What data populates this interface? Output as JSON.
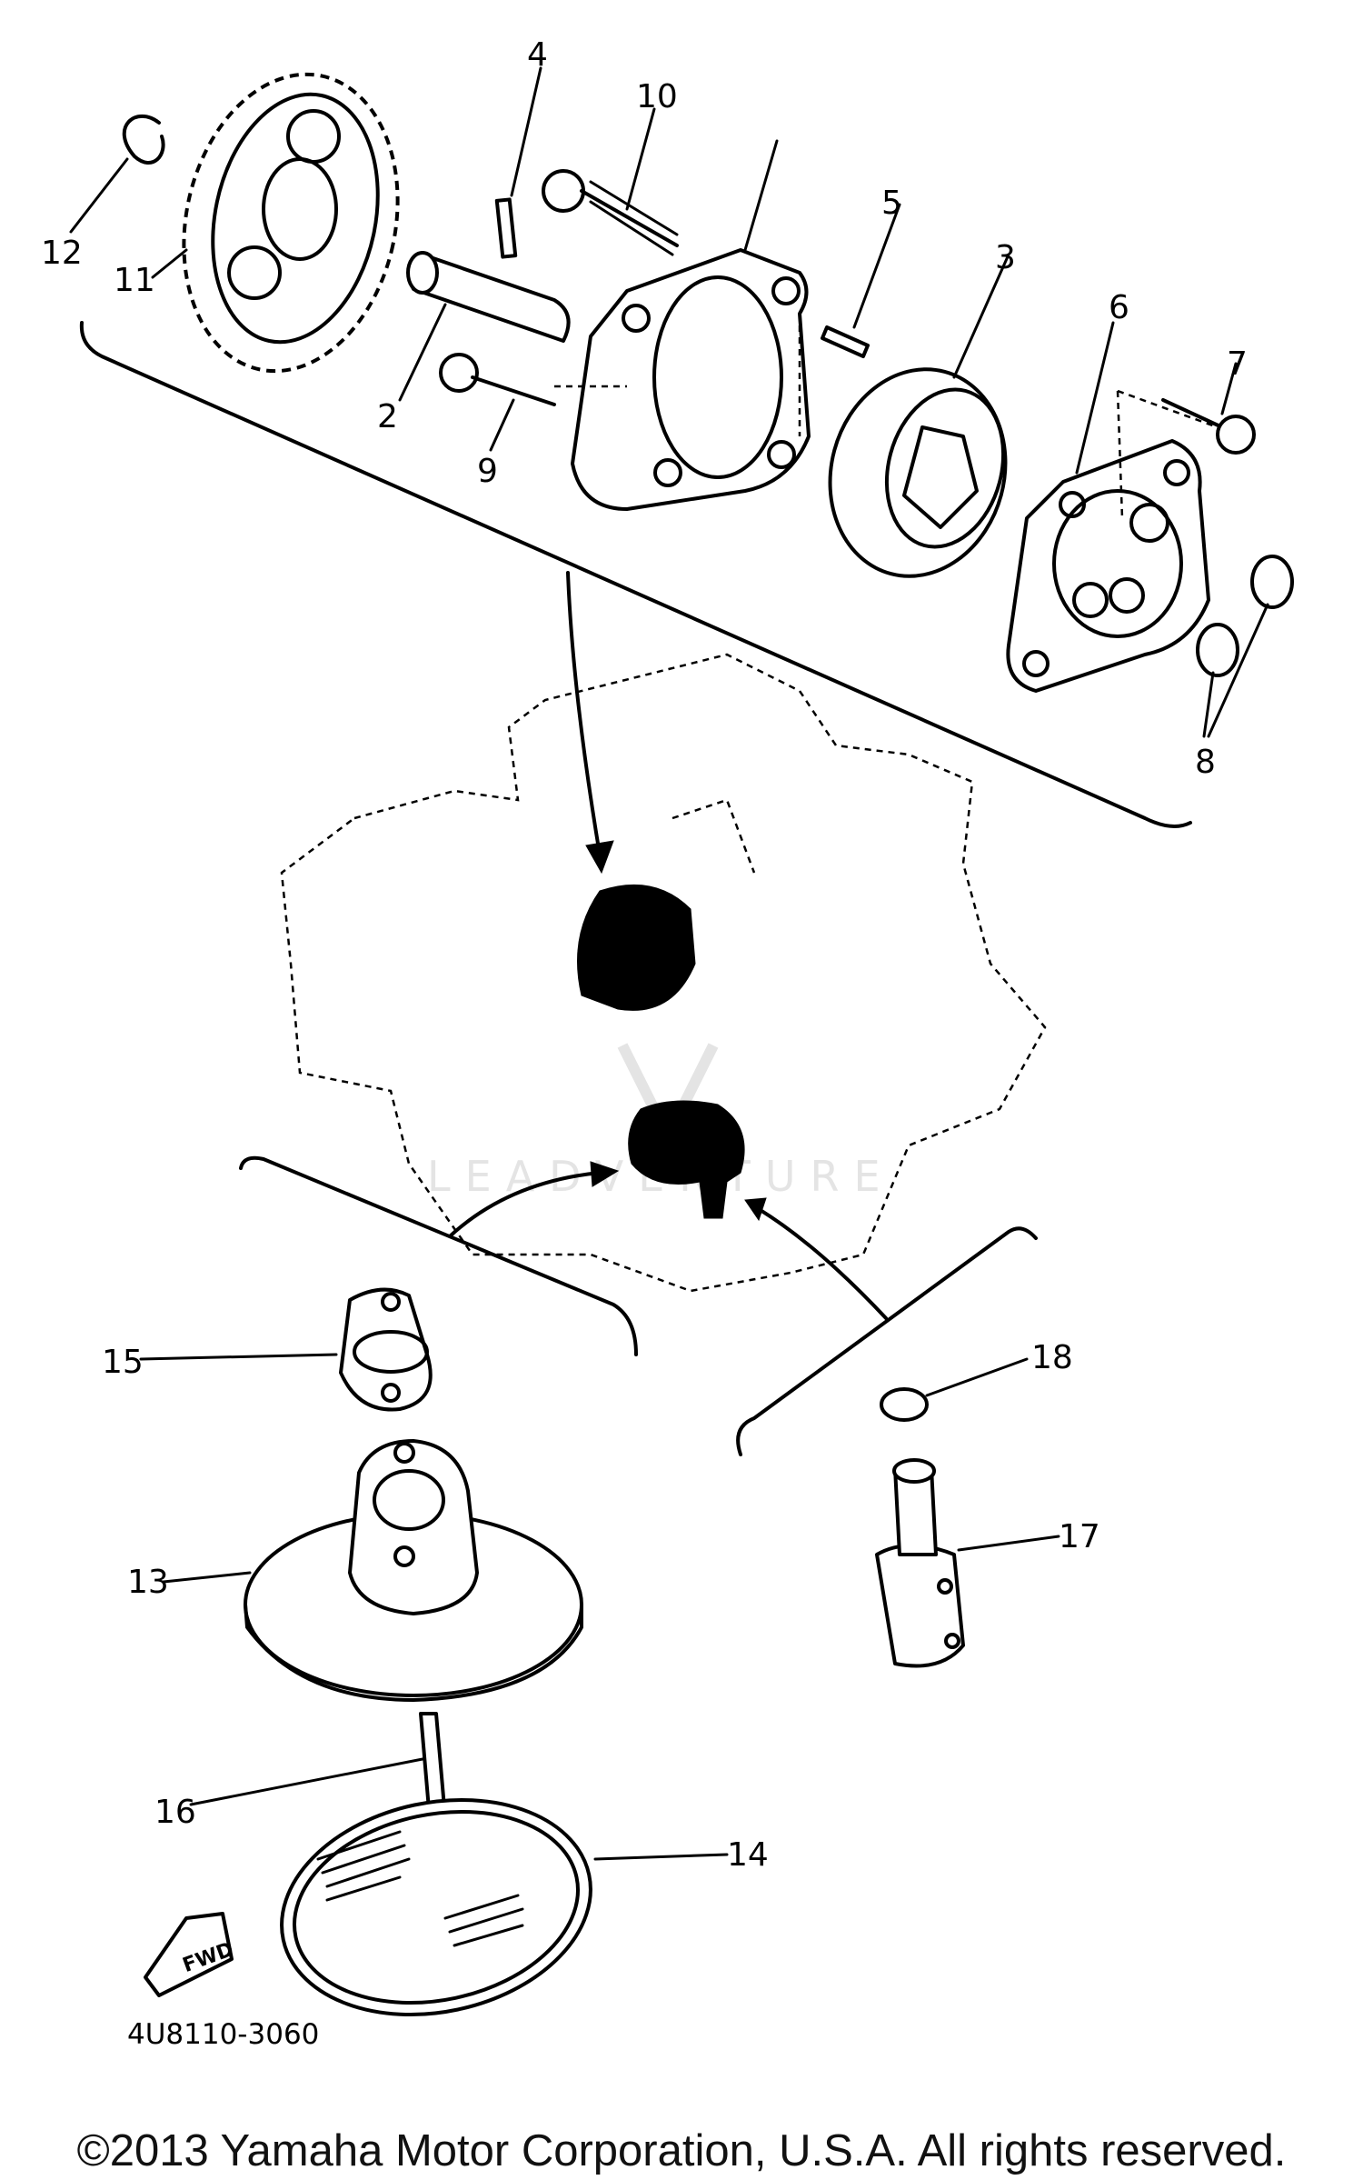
{
  "diagram": {
    "callouts": {
      "p1": "2",
      "p2": "3",
      "p3": "4",
      "p4": "5",
      "p5": "6",
      "p6": "7",
      "p7": "8",
      "p8": "9",
      "p9": "10",
      "p10": "11",
      "p11": "12",
      "p12": "13",
      "p13": "14",
      "p14": "15",
      "p15": "16",
      "p16": "17",
      "p17": "18"
    },
    "fwd_label": "FWD",
    "drawing_number": "4U8110-3060",
    "watermark": "LEADVENTURE"
  },
  "footer": {
    "copyright": "©2013 Yamaha Motor Corporation, U.S.A. All rights reserved."
  }
}
